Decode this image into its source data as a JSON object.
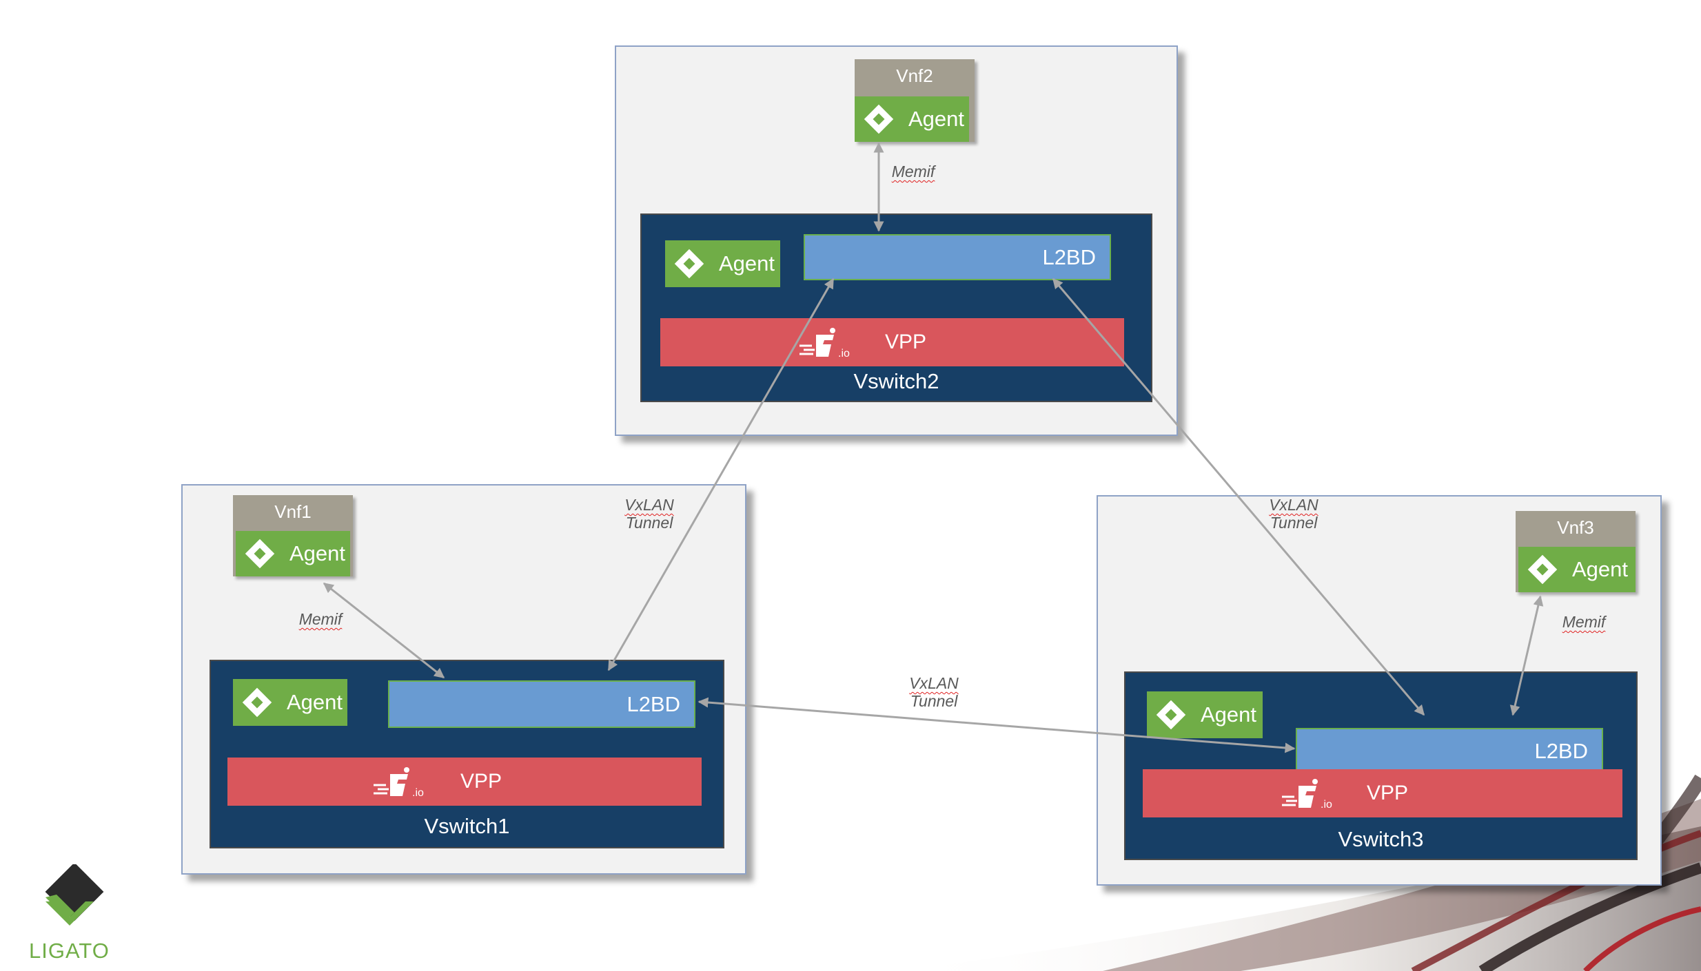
{
  "brand": {
    "name": "LIGATO",
    "colors": {
      "green": "#70ad47",
      "dark": "#2b2b2b"
    }
  },
  "colors": {
    "host_bg": "#f2f2f2",
    "vswitch_bg": "#173f66",
    "agent": "#70ad47",
    "l2bd": "#699bd2",
    "vpp": "#d9565c",
    "vnf_header": "#a39e90",
    "connector": "#a6a6a6"
  },
  "vswitch2": {
    "vnf_title": "Vnf2",
    "vnf_agent": "Agent",
    "agent": "Agent",
    "l2bd": "L2BD",
    "vpp": "VPP",
    "name": "Vswitch2",
    "link_label": "Memif"
  },
  "vswitch1": {
    "vnf_title": "Vnf1",
    "vnf_agent": "Agent",
    "agent": "Agent",
    "l2bd": "L2BD",
    "vpp": "VPP",
    "name": "Vswitch1",
    "link_label": "Memif"
  },
  "vswitch3": {
    "vnf_title": "Vnf3",
    "vnf_agent": "Agent",
    "agent": "Agent",
    "l2bd": "L2BD",
    "vpp": "VPP",
    "name": "Vswitch3",
    "link_label": "Memif"
  },
  "tunnels": [
    {
      "line1": "VxLAN",
      "line2": "Tunnel"
    },
    {
      "line1": "VxLAN",
      "line2": "Tunnel"
    },
    {
      "line1": "VxLAN",
      "line2": "Tunnel"
    }
  ],
  "icons": {
    "agent": "ligato-diamond-icon",
    "vpp": "fd-io-logo"
  }
}
